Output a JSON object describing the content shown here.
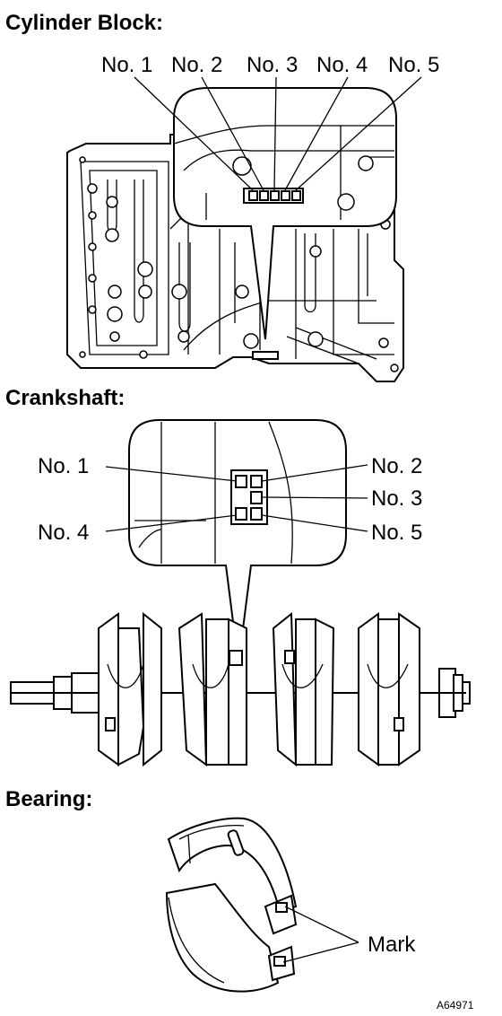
{
  "sections": {
    "cylinder_block": {
      "title": "Cylinder Block:",
      "labels": [
        "No. 1",
        "No. 2",
        "No. 3",
        "No. 4",
        "No. 5"
      ]
    },
    "crankshaft": {
      "title": "Crankshaft:",
      "labels": {
        "no1": "No. 1",
        "no2": "No. 2",
        "no3": "No. 3",
        "no4": "No. 4",
        "no5": "No. 5"
      }
    },
    "bearing": {
      "title": "Bearing:",
      "mark_label": "Mark"
    }
  },
  "figure_code": "A64971"
}
